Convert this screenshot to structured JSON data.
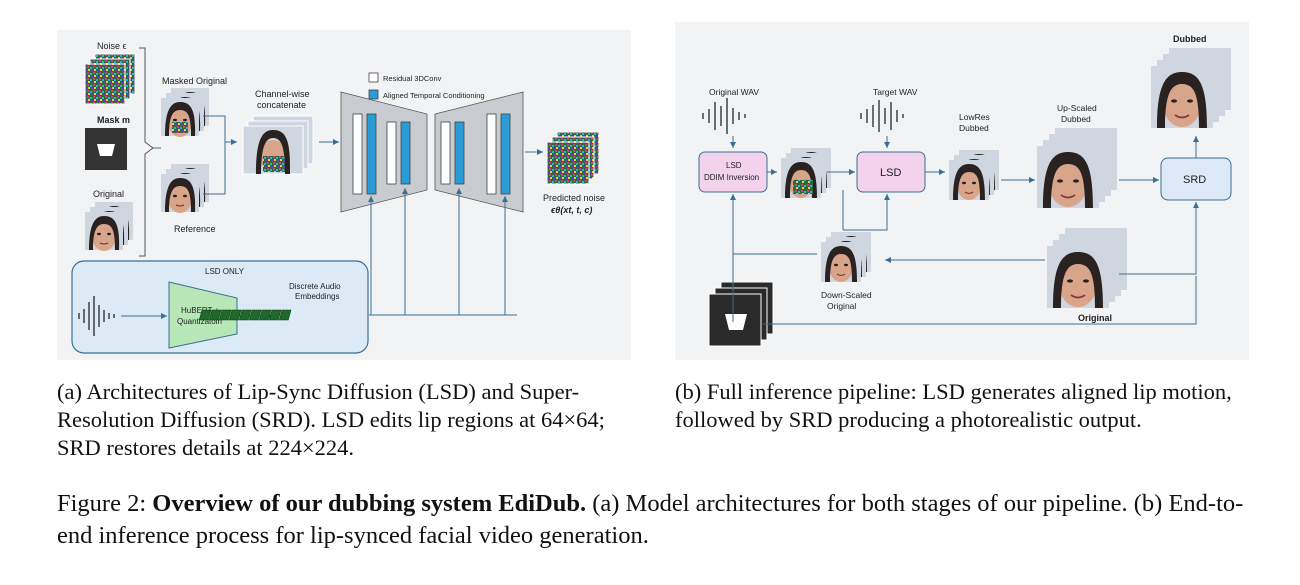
{
  "panel_a": {
    "noise_label": "Noise ϵ",
    "mask_label": "Mask m",
    "original_label": "Original",
    "masked_original_label": "Masked Original",
    "reference_label": "Reference",
    "concat_label_1": "Channel-wise",
    "concat_label_2": "concatenate",
    "legend_residual": "Residual 3DConv",
    "legend_aligned": "Aligned Temporal Conditioning",
    "predicted_label": "Predicted noise",
    "predicted_formula": "ϵθ(xt, t, c)",
    "lsd_only_label": "LSD ONLY",
    "hubert_label_1": "HuBERT +",
    "hubert_label_2": "Quantizatoin",
    "audio_emb_label_1": "Discrete Audio",
    "audio_emb_label_2": "Embeddings"
  },
  "panel_b": {
    "dubbed_label": "Dubbed",
    "original_wav_label": "Original WAV",
    "target_wav_label": "Target WAV",
    "lsd_inv_label_1": "LSD",
    "lsd_inv_label_2": "DDIM Inversion",
    "lsd_label": "LSD",
    "lowres_label_1": "LowRes",
    "lowres_label_2": "Dubbed",
    "upscaled_label_1": "Up-Scaled",
    "upscaled_label_2": "Dubbed",
    "srd_label": "SRD",
    "downscaled_label_1": "Down-Scaled",
    "downscaled_label_2": "Original",
    "original_label": "Original"
  },
  "captions": {
    "a": "(a) Architectures of Lip-Sync Diffusion (LSD) and Super-Resolution Diffusion (SRD). LSD edits lip regions at 64×64; SRD restores details at 224×224.",
    "b": "(b) Full inference pipeline: LSD generates aligned lip motion, followed by SRD producing a photorealistic output.",
    "figure_prefix": "Figure 2: ",
    "figure_bold": "Overview of our dubbing system EdiDub.",
    "figure_rest": " (a) Model architectures for both stages of our pipeline. (b) End-to-end inference process for lip-synced facial video generation."
  },
  "colors": {
    "arrow": "#3a6f93",
    "lsd_box": "#f3d2ec",
    "srd_box": "#dde9f7",
    "hubert": "#b7e6b7",
    "lsd_only_bg": "#dceaf6",
    "aligned": "#2a9bd4",
    "unet": "#c8ccd1",
    "face_skin": "#d9a58a",
    "face_hair": "#2a2220"
  }
}
